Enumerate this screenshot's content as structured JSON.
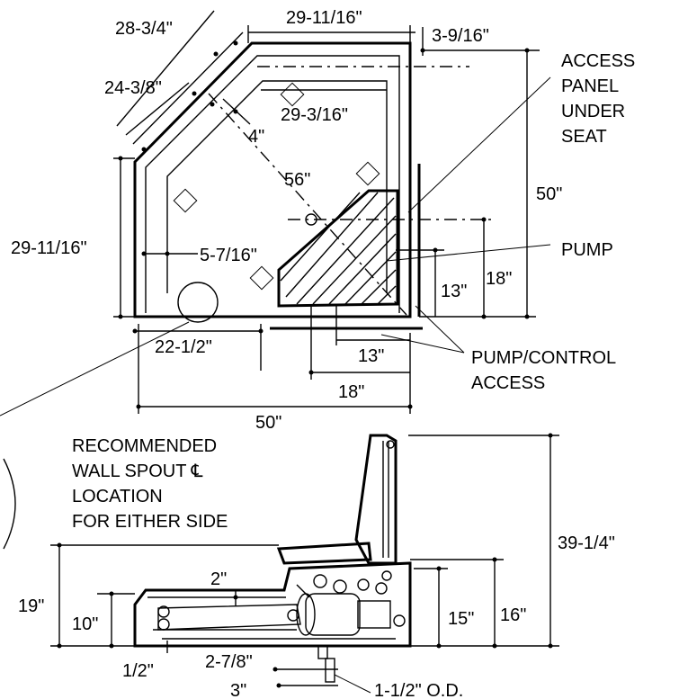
{
  "labels": {
    "top_width": "29-11/16\"",
    "top_right_offset": "3-9/16\"",
    "diag_outer": "28-3/4\"",
    "diag_inner": "24-3/8\"",
    "inner_width": "29-3/16\"",
    "four_in": "4\"",
    "diagonal_56": "56\"",
    "left_depth": "29-11/16\"",
    "spout_offset": "5-7/16\"",
    "spout_distance": "22-1/2\"",
    "pump_13_h": "13\"",
    "pump_18_h": "18\"",
    "pump_13_v": "13\"",
    "pump_18_v": "18\"",
    "overall_width": "50\"",
    "overall_depth": "50\"",
    "seat_height": "39-1/4\"",
    "height_19": "19\"",
    "height_10": "10\"",
    "height_2": "2\"",
    "height_15": "15\"",
    "height_16": "16\"",
    "half_in": "1/2\"",
    "drain_offset_1": "2-7/8\"",
    "drain_offset_2": "3\"",
    "drain_od": "1-1/2\" O.D."
  },
  "notes": {
    "access_panel": [
      "ACCESS",
      "PANEL",
      "UNDER",
      "SEAT"
    ],
    "pump": "PUMP",
    "pump_control": [
      "PUMP/CONTROL",
      "ACCESS"
    ],
    "spout": [
      "RECOMMENDED",
      "WALL SPOUT ℄",
      "LOCATION",
      "FOR EITHER SIDE"
    ]
  }
}
